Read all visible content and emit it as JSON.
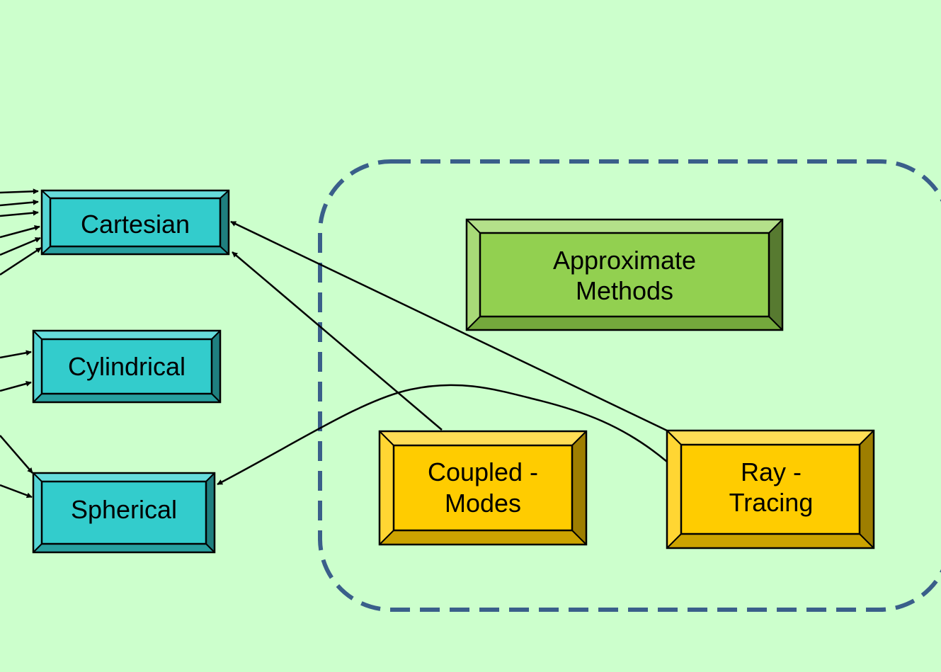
{
  "diagram": {
    "nodes": {
      "cartesian": {
        "lines": [
          "Cartesian"
        ]
      },
      "cylindrical": {
        "lines": [
          "Cylindrical"
        ]
      },
      "spherical": {
        "lines": [
          "Spherical"
        ]
      },
      "approximate": {
        "lines": [
          "Approximate",
          "Methods"
        ]
      },
      "coupled": {
        "lines": [
          "Coupled -",
          "Modes"
        ]
      },
      "ray": {
        "lines": [
          "Ray -",
          "Tracing"
        ]
      }
    },
    "group": "approximate-methods-group"
  },
  "colors": {
    "background": "#ccffcc",
    "coordinate_box": "#33cccc",
    "approximate_box": "#92d050",
    "method_box": "#ffcc00",
    "group_border": "#3a5f8a",
    "edge": "#000000"
  }
}
